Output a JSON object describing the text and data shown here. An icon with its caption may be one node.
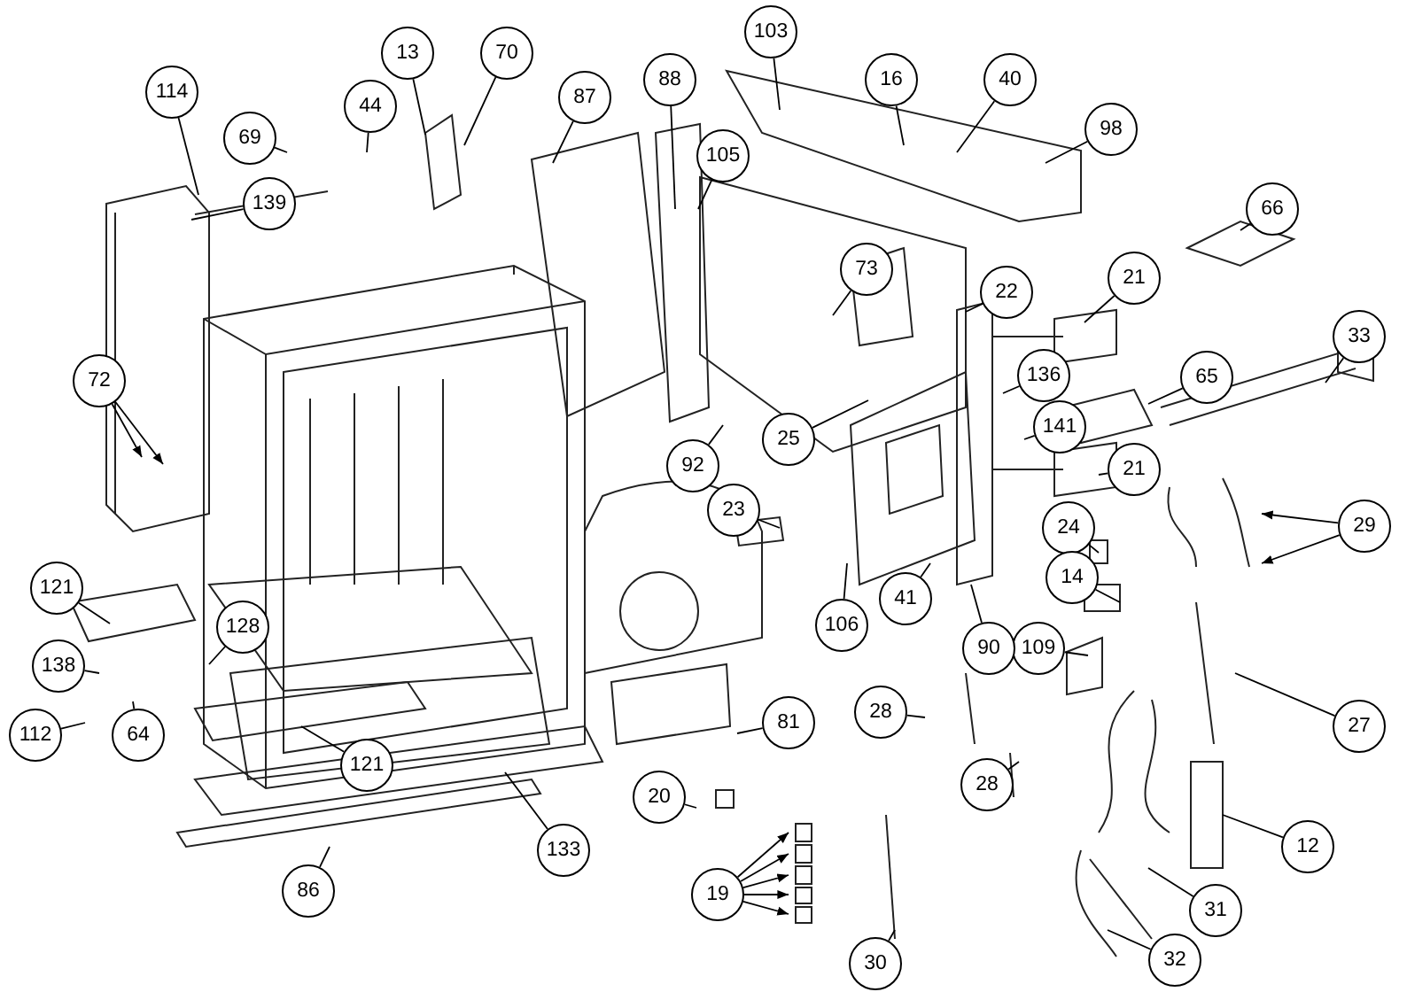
{
  "diagram": {
    "nodes": [
      {
        "text": [
          "103"
        ]
      },
      {
        "text": [
          "13"
        ]
      },
      {
        "text": [
          "70"
        ]
      },
      {
        "text": [
          "16"
        ]
      },
      {
        "text": [
          "40"
        ]
      },
      {
        "text": [
          "44"
        ]
      },
      {
        "text": [
          "87"
        ]
      },
      {
        "text": [
          "88"
        ]
      },
      {
        "text": [
          "114"
        ]
      },
      {
        "text": [
          "69"
        ]
      },
      {
        "text": [
          "98"
        ]
      },
      {
        "text": [
          "105"
        ]
      },
      {
        "text": [
          "66"
        ]
      },
      {
        "text": [
          "139"
        ]
      },
      {
        "text": [
          "73"
        ]
      },
      {
        "text": [
          "21"
        ]
      },
      {
        "text": [
          "22"
        ]
      },
      {
        "text": [
          "33"
        ]
      },
      {
        "text": [
          "72"
        ]
      },
      {
        "text": [
          "136"
        ]
      },
      {
        "text": [
          "65"
        ]
      },
      {
        "text": [
          "141"
        ]
      },
      {
        "text": [
          "92"
        ]
      },
      {
        "text": [
          "25"
        ]
      },
      {
        "text": [
          "21"
        ]
      },
      {
        "text": [
          "23"
        ]
      },
      {
        "text": [
          "29"
        ]
      },
      {
        "text": [
          "24"
        ]
      },
      {
        "text": [
          "121"
        ]
      },
      {
        "text": [
          "14"
        ]
      },
      {
        "text": [
          "41"
        ]
      },
      {
        "text": [
          "106"
        ]
      },
      {
        "text": [
          "128"
        ]
      },
      {
        "text": [
          "109"
        ]
      },
      {
        "text": [
          "90"
        ]
      },
      {
        "text": [
          "138"
        ]
      },
      {
        "text": [
          "112"
        ]
      },
      {
        "text": [
          "64"
        ]
      },
      {
        "text": [
          "27"
        ]
      },
      {
        "text": [
          "28"
        ]
      },
      {
        "text": [
          "121"
        ]
      },
      {
        "text": [
          "81"
        ]
      },
      {
        "text": [
          "28"
        ]
      },
      {
        "text": [
          "12"
        ]
      },
      {
        "text": [
          "20"
        ]
      },
      {
        "text": [
          "133"
        ]
      },
      {
        "text": [
          "86"
        ]
      },
      {
        "text": [
          "31"
        ]
      },
      {
        "text": [
          "19"
        ]
      },
      {
        "text": [
          "30"
        ]
      },
      {
        "text": [
          "32"
        ]
      }
    ],
    "edges": [
      {
        "from": 0,
        "to": null,
        "arrow": "none"
      },
      {
        "from": 1,
        "to": null,
        "arrow": "none"
      },
      {
        "from": 2,
        "to": null,
        "arrow": "none"
      },
      {
        "from": 3,
        "to": null,
        "arrow": "none"
      },
      {
        "from": 4,
        "to": null,
        "arrow": "none"
      },
      {
        "from": 5,
        "to": null,
        "arrow": "none"
      },
      {
        "from": 6,
        "to": null,
        "arrow": "none"
      },
      {
        "from": 7,
        "to": null,
        "arrow": "none"
      },
      {
        "from": 8,
        "to": null,
        "arrow": "none"
      },
      {
        "from": 9,
        "to": null,
        "arrow": "none"
      },
      {
        "from": 10,
        "to": null,
        "arrow": "none"
      },
      {
        "from": 11,
        "to": null,
        "arrow": "none"
      },
      {
        "from": 12,
        "to": null,
        "arrow": "none"
      },
      {
        "from": 13,
        "to": null,
        "arrow": "none"
      },
      {
        "from": 14,
        "to": null,
        "arrow": "none"
      },
      {
        "from": 15,
        "to": null,
        "arrow": "none"
      },
      {
        "from": 16,
        "to": null,
        "arrow": "none"
      },
      {
        "from": 17,
        "to": null,
        "arrow": "none"
      },
      {
        "from": 18,
        "to": null,
        "arrow": "to"
      },
      {
        "from": 18,
        "to": null,
        "arrow": "to"
      },
      {
        "from": 19,
        "to": null,
        "arrow": "none"
      },
      {
        "from": 20,
        "to": null,
        "arrow": "none"
      },
      {
        "from": 21,
        "to": null,
        "arrow": "none"
      },
      {
        "from": 22,
        "to": null,
        "arrow": "none"
      },
      {
        "from": 23,
        "to": null,
        "arrow": "none"
      },
      {
        "from": 24,
        "to": null,
        "arrow": "none"
      },
      {
        "from": 25,
        "to": null,
        "arrow": "none"
      },
      {
        "from": 26,
        "to": null,
        "arrow": "to"
      },
      {
        "from": 26,
        "to": null,
        "arrow": "to"
      },
      {
        "from": 27,
        "to": null,
        "arrow": "none"
      },
      {
        "from": 28,
        "to": null,
        "arrow": "none"
      },
      {
        "from": 29,
        "to": null,
        "arrow": "none"
      },
      {
        "from": 30,
        "to": null,
        "arrow": "none"
      },
      {
        "from": 31,
        "to": null,
        "arrow": "none"
      },
      {
        "from": 32,
        "to": null,
        "arrow": "none"
      },
      {
        "from": 33,
        "to": null,
        "arrow": "none"
      },
      {
        "from": 34,
        "to": null,
        "arrow": "none"
      },
      {
        "from": 35,
        "to": null,
        "arrow": "none"
      },
      {
        "from": 36,
        "to": null,
        "arrow": "none"
      },
      {
        "from": 37,
        "to": null,
        "arrow": "none"
      },
      {
        "from": 38,
        "to": null,
        "arrow": "none"
      },
      {
        "from": 39,
        "to": null,
        "arrow": "none"
      },
      {
        "from": 40,
        "to": null,
        "arrow": "none"
      },
      {
        "from": 41,
        "to": null,
        "arrow": "none"
      },
      {
        "from": 42,
        "to": null,
        "arrow": "none"
      },
      {
        "from": 43,
        "to": null,
        "arrow": "none"
      },
      {
        "from": 44,
        "to": null,
        "arrow": "none"
      },
      {
        "from": 45,
        "to": null,
        "arrow": "none"
      },
      {
        "from": 46,
        "to": null,
        "arrow": "none"
      },
      {
        "from": 47,
        "to": null,
        "arrow": "none"
      },
      {
        "from": 48,
        "to": null,
        "arrow": "to"
      },
      {
        "from": 48,
        "to": null,
        "arrow": "to"
      },
      {
        "from": 48,
        "to": null,
        "arrow": "to"
      },
      {
        "from": 48,
        "to": null,
        "arrow": "to"
      },
      {
        "from": 48,
        "to": null,
        "arrow": "to"
      },
      {
        "from": 49,
        "to": null,
        "arrow": "none"
      },
      {
        "from": 50,
        "to": null,
        "arrow": "none"
      }
    ]
  }
}
